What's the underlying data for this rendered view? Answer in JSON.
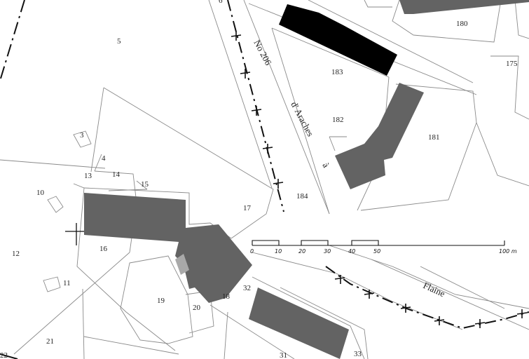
{
  "parcels": {
    "p3": "3",
    "p4": "4",
    "p5": "5",
    "p10": "10",
    "p11": "11",
    "p12": "12",
    "p13": "13",
    "p14": "14",
    "p15": "15",
    "p16": "16",
    "p17": "17",
    "p18": "18",
    "p19": "19",
    "p20": "20",
    "p21": "21",
    "p22": "22",
    "p31": "31",
    "p32": "32",
    "p33": "33",
    "p175": "175",
    "p180": "180",
    "p181": "181",
    "p182": "182",
    "p183": "183",
    "p184": "184",
    "p6": "6"
  },
  "roads": {
    "no206": "No 206",
    "daraches": "d' Araches",
    "a": "à",
    "flaine": "Flaine"
  },
  "scale_bar": {
    "ticks": [
      "0",
      "10",
      "20",
      "30",
      "40",
      "50",
      "100 m"
    ]
  },
  "colors": {
    "building": "#636363",
    "building_black": "#000000",
    "line": "#777777",
    "border": "#111111"
  }
}
